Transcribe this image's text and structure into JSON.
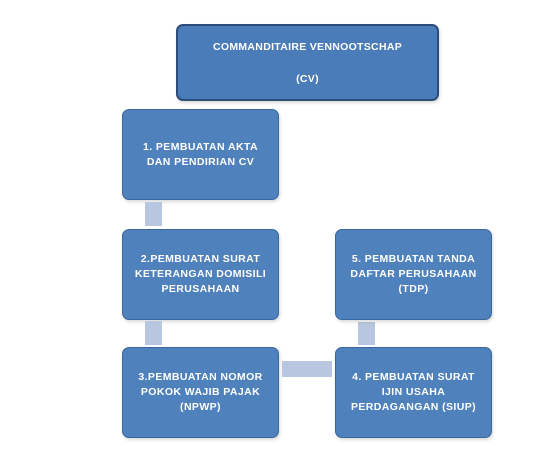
{
  "title": {
    "line1": "COMMANDITAIRE VENNOOTSCHAP",
    "line2": "(CV)"
  },
  "steps": [
    {
      "lines": [
        "1. PEMBUATAN  AKTA",
        "DAN  PENDIRIAN  CV"
      ]
    },
    {
      "lines": [
        "2.PEMBUATAN  SURAT",
        "KETERANGAN  DOMISILI",
        "PERUSAHAAN"
      ]
    },
    {
      "lines": [
        "3.PEMBUATAN  NOMOR",
        "POKOK  WAJIB  PAJAK",
        "(NPWP)"
      ]
    },
    {
      "lines": [
        "4.  PEMBUATAN  SURAT",
        "IJIN  USAHA",
        "PERDAGANGAN  (SIUP)"
      ]
    },
    {
      "lines": [
        "5.  PEMBUATAN  TANDA",
        "DAFTAR  PERUSAHAAN",
        "(TDP)"
      ]
    }
  ],
  "colors": {
    "box_fill": "#4f81bd",
    "title_border": "#2c4d7a",
    "connector": "#b8c7df",
    "text": "#ffffff"
  }
}
